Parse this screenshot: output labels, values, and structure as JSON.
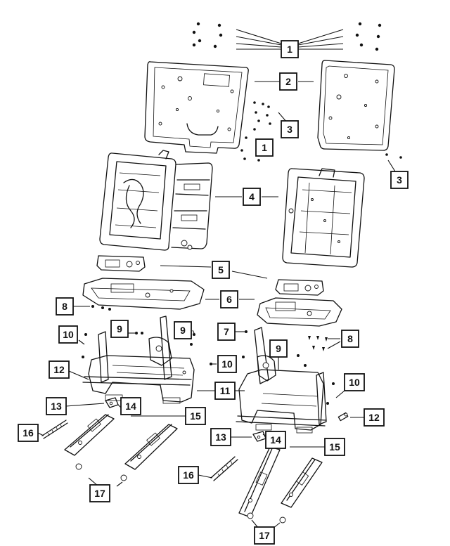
{
  "callouts": [
    {
      "id": "c1a",
      "label": "1"
    },
    {
      "id": "c2",
      "label": "2"
    },
    {
      "id": "c3a",
      "label": "3"
    },
    {
      "id": "c1b",
      "label": "1"
    },
    {
      "id": "c3b",
      "label": "3"
    },
    {
      "id": "c4",
      "label": "4"
    },
    {
      "id": "c5",
      "label": "5"
    },
    {
      "id": "c6",
      "label": "6"
    },
    {
      "id": "c8a",
      "label": "8"
    },
    {
      "id": "c9a",
      "label": "9"
    },
    {
      "id": "c9b",
      "label": "9"
    },
    {
      "id": "c7",
      "label": "7"
    },
    {
      "id": "c10a",
      "label": "10"
    },
    {
      "id": "c8b",
      "label": "8"
    },
    {
      "id": "c9c",
      "label": "9"
    },
    {
      "id": "c10b",
      "label": "10"
    },
    {
      "id": "c12a",
      "label": "12"
    },
    {
      "id": "c10c",
      "label": "10"
    },
    {
      "id": "c11",
      "label": "11"
    },
    {
      "id": "c13a",
      "label": "13"
    },
    {
      "id": "c14a",
      "label": "14"
    },
    {
      "id": "c15a",
      "label": "15"
    },
    {
      "id": "c12b",
      "label": "12"
    },
    {
      "id": "c16a",
      "label": "16"
    },
    {
      "id": "c13b",
      "label": "13"
    },
    {
      "id": "c14b",
      "label": "14"
    },
    {
      "id": "c15b",
      "label": "15"
    },
    {
      "id": "c16b",
      "label": "16"
    },
    {
      "id": "c17a",
      "label": "17"
    },
    {
      "id": "c17b",
      "label": "17"
    }
  ]
}
